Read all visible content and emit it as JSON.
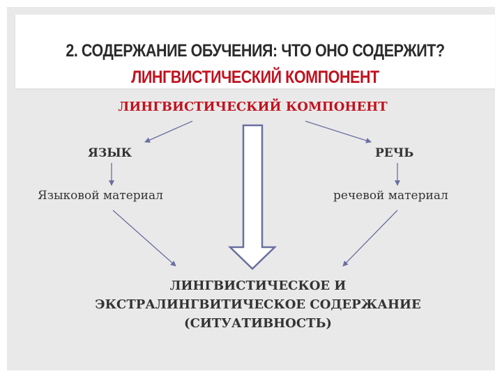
{
  "title": {
    "line1": "2. СОДЕРЖАНИЕ ОБУЧЕНИЯ: ЧТО ОНО СОДЕРЖИТ?",
    "line2": "ЛИНГВИСТИЧЕСКИЙ КОМПОНЕНТ"
  },
  "diagram": {
    "top_node": "ЛИНГВИСТИЧЕСКИЙ КОМПОНЕНТ",
    "left_node": "ЯЗЫК",
    "right_node": "РЕЧЬ",
    "left_material": "Языковой материал",
    "right_material": "речевой материал",
    "result_line1": "ЛИНГВИСТИЧЕСКОЕ И",
    "result_line2": "ЭКСТРАЛИНГВИТИЧЕСКОЕ СОДЕРЖАНИЕ",
    "result_line3": "(СИТУАТИВНОСТЬ)"
  },
  "colors": {
    "accent_red": "#c1121f",
    "arrow": "#6a6fa0",
    "background": "#e9e9e9"
  }
}
